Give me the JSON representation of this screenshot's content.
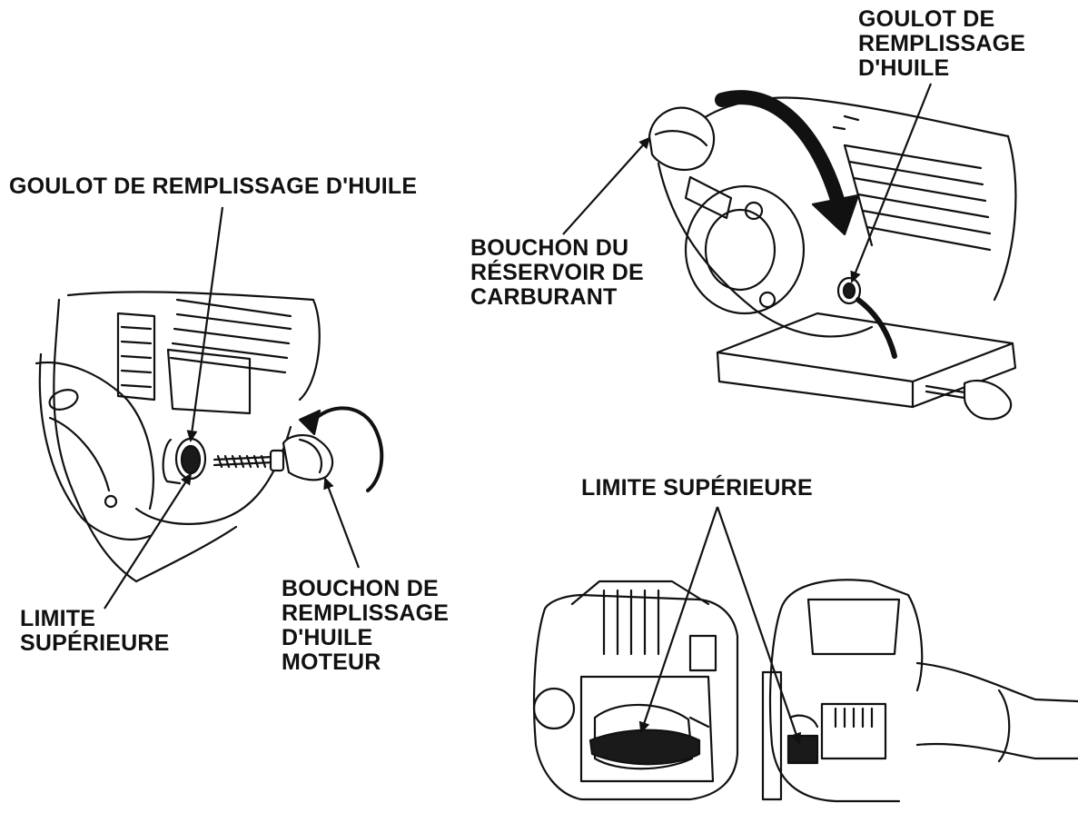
{
  "labels": {
    "oil_filler_neck_left": [
      "GOULOT DE REMPLISSAGE D'HUILE"
    ],
    "upper_limit_left": [
      "LIMITE",
      "SUPÉRIEURE"
    ],
    "engine_oil_filler_cap": [
      "BOUCHON DE",
      "REMPLISSAGE",
      "D'HUILE",
      "MOTEUR"
    ],
    "oil_filler_neck_right": [
      "GOULOT DE",
      "REMPLISSAGE",
      "D'HUILE"
    ],
    "fuel_tank_cap": [
      "BOUCHON DU",
      "RÉSERVOIR DE",
      "CARBURANT"
    ],
    "upper_limit_bottom": [
      "LIMITE SUPÉRIEURE"
    ]
  },
  "colors": {
    "ink": "#111111",
    "paper": "#ffffff",
    "shade": "#1a1a1a"
  },
  "icons": [
    "rotation-arrow-icon",
    "pointer-arrow-icon"
  ]
}
